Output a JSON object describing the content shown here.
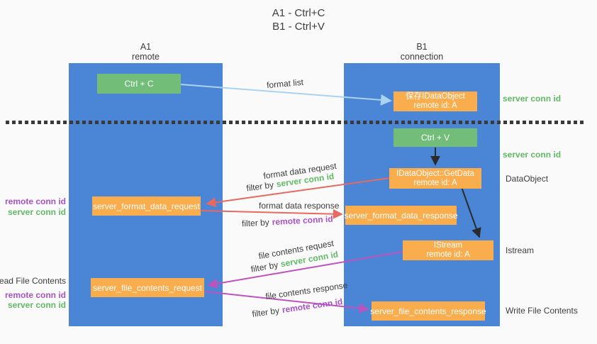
{
  "title": {
    "line1": "A1 - Ctrl+C",
    "line2": "B1 - Ctrl+V"
  },
  "lifelines": {
    "a": {
      "name": "A1",
      "subtitle": "remote"
    },
    "b": {
      "name": "B1",
      "subtitle": "connection"
    }
  },
  "nodes": {
    "ctrl_c": "Ctrl + C",
    "ctrl_v": "Ctrl + V",
    "save_idataobject": {
      "title": "保存IDataObject",
      "subtitle": "remote id: A"
    },
    "idataobject_getdata": {
      "title": "IDataObject::GetData",
      "subtitle": "remote id: A"
    },
    "istream": {
      "title": "IStream",
      "subtitle": "remote id: A"
    },
    "server_format_data_request": "server_format_data_request",
    "server_format_data_response": "server_format_data_response",
    "server_file_contents_request": "server_file_contents_request",
    "server_file_contents_response": "server_file_contents_response"
  },
  "arrow_labels": {
    "format_list": "format list",
    "format_data_request": "format data request",
    "format_data_response": "format data response",
    "file_contents_request": "file contents request",
    "file_contents_response": "file contents response",
    "filter_by": "filter by",
    "server_conn_id": "server conn id",
    "remote_conn_id": "remote conn id"
  },
  "annotations": {
    "right": {
      "server_conn_id_top": "server conn id",
      "server_conn_id_mid": "server conn id",
      "dataobject": "DataObject",
      "istream": "Istream",
      "write_file_contents": "Write File Contents"
    },
    "left": {
      "remote_conn_id_1": "remote conn id",
      "server_conn_id_1": "server conn id",
      "read_file_contents": "Read File Contents",
      "remote_conn_id_2": "remote conn id",
      "server_conn_id_2": "server conn id"
    }
  },
  "colors": {
    "lifeline_blue": "#4a85d6",
    "node_green": "#72bd78",
    "node_orange": "#f9ad4d",
    "arrow_red": "#e7695f",
    "arrow_magenta": "#bf53bd",
    "arrow_light_blue": "#a9d3f2",
    "arrow_black": "#2b2b2b",
    "text_green": "#5fbb63",
    "text_purple": "#a852c5",
    "text_dark": "#3d3d3d",
    "background": "#fafafa"
  }
}
